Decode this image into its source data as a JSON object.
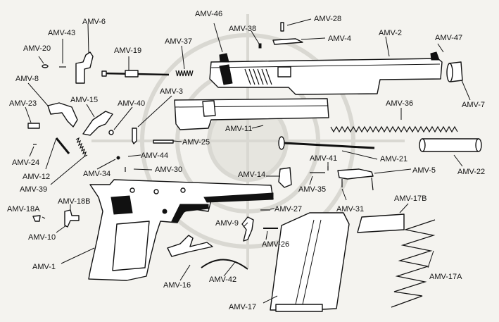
{
  "labels": {
    "amv_1": "AMV-1",
    "amv_2": "AMV-2",
    "amv_3": "AMV-3",
    "amv_4": "AMV-4",
    "amv_5": "AMV-5",
    "amv_6": "AMV-6",
    "amv_7": "AMV-7",
    "amv_8": "AMV-8",
    "amv_9": "AMV-9",
    "amv_10": "AMV-10",
    "amv_11": "AMV-11",
    "amv_12": "AMV-12",
    "amv_14": "AMV-14",
    "amv_15": "AMV-15",
    "amv_16": "AMV-16",
    "amv_17": "AMV-17",
    "amv_17a": "AMV-17A",
    "amv_17b": "AMV-17B",
    "amv_18a": "AMV-18A",
    "amv_18b": "AMV-18B",
    "amv_19": "AMV-19",
    "amv_20": "AMV-20",
    "amv_21": "AMV-21",
    "amv_22": "AMV-22",
    "amv_23": "AMV-23",
    "amv_24": "AMV-24",
    "amv_25": "AMV-25",
    "amv_26": "AMV-26",
    "amv_27": "AMV-27",
    "amv_28": "AMV-28",
    "amv_30": "AMV-30",
    "amv_31": "AMV-31",
    "amv_34": "AMV-34",
    "amv_35": "AMV-35",
    "amv_36": "AMV-36",
    "amv_37": "AMV-37",
    "amv_38": "AMV-38",
    "amv_39": "AMV-39",
    "amv_40": "AMV-40",
    "amv_41": "AMV-41",
    "amv_42": "AMV-42",
    "amv_43": "AMV-43",
    "amv_44": "AMV-44",
    "amv_46": "AMV-46",
    "amv_47": "AMV-47"
  },
  "colors": {
    "ink": "#111111",
    "paper": "#f4f3ef",
    "watermark": "#d9d8d2"
  }
}
